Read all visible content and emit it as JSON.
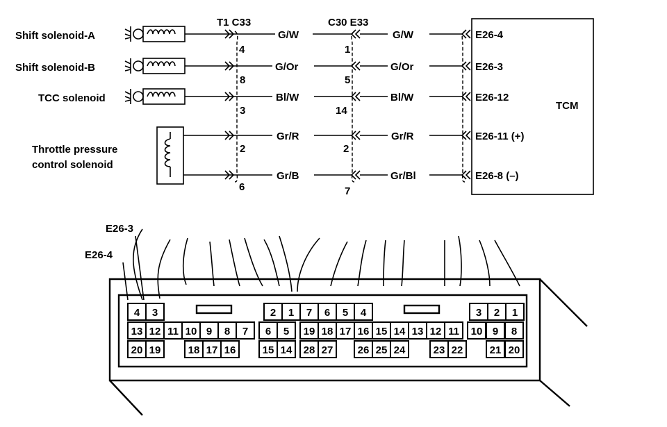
{
  "components": {
    "shift_a": "Shift solenoid-A",
    "shift_b": "Shift  solenoid-B",
    "tcc": "TCC solenoid",
    "throttle_1": "Throttle pressure",
    "throttle_2": "control solenoid",
    "tcm": "TCM"
  },
  "connectors": {
    "left": "T1 C33",
    "right": "C30 E33"
  },
  "circuits": [
    {
      "left_pin": "4",
      "wire_left": "G/W",
      "right_pin": "1",
      "wire_right": "G/W",
      "tcm_pin": "E26-4"
    },
    {
      "left_pin": "8",
      "wire_left": "G/Or",
      "right_pin": "5",
      "wire_right": "G/Or",
      "tcm_pin": "E26-3"
    },
    {
      "left_pin": "3",
      "wire_left": "Bl/W",
      "right_pin": "14",
      "wire_right": "Bl/W",
      "tcm_pin": "E26-12"
    },
    {
      "left_pin": "2",
      "wire_left": "Gr/R",
      "right_pin": "2",
      "wire_right": "Gr/R",
      "tcm_pin": "E26-11 (+)"
    },
    {
      "left_pin": "6",
      "wire_left": "Gr/B",
      "right_pin": "7",
      "wire_right": "Gr/Bl",
      "tcm_pin": "E26-8 (–)"
    }
  ],
  "callouts": {
    "e26_3": "E26-3",
    "e26_4": "E26-4"
  },
  "connector_pins": {
    "row1": [
      "4",
      "3",
      "2",
      "1",
      "7",
      "6",
      "5",
      "4",
      "3",
      "2",
      "1"
    ],
    "row2": [
      "13",
      "12",
      "11",
      "10",
      "9",
      "8",
      "7",
      "6",
      "5",
      "19",
      "18",
      "17",
      "16",
      "15",
      "14",
      "13",
      "12",
      "11",
      "10",
      "9",
      "8"
    ],
    "row3": [
      "20",
      "19",
      "18",
      "17",
      "16",
      "15",
      "14",
      "28",
      "27",
      "26",
      "25",
      "24",
      "23",
      "22",
      "21",
      "20"
    ]
  }
}
